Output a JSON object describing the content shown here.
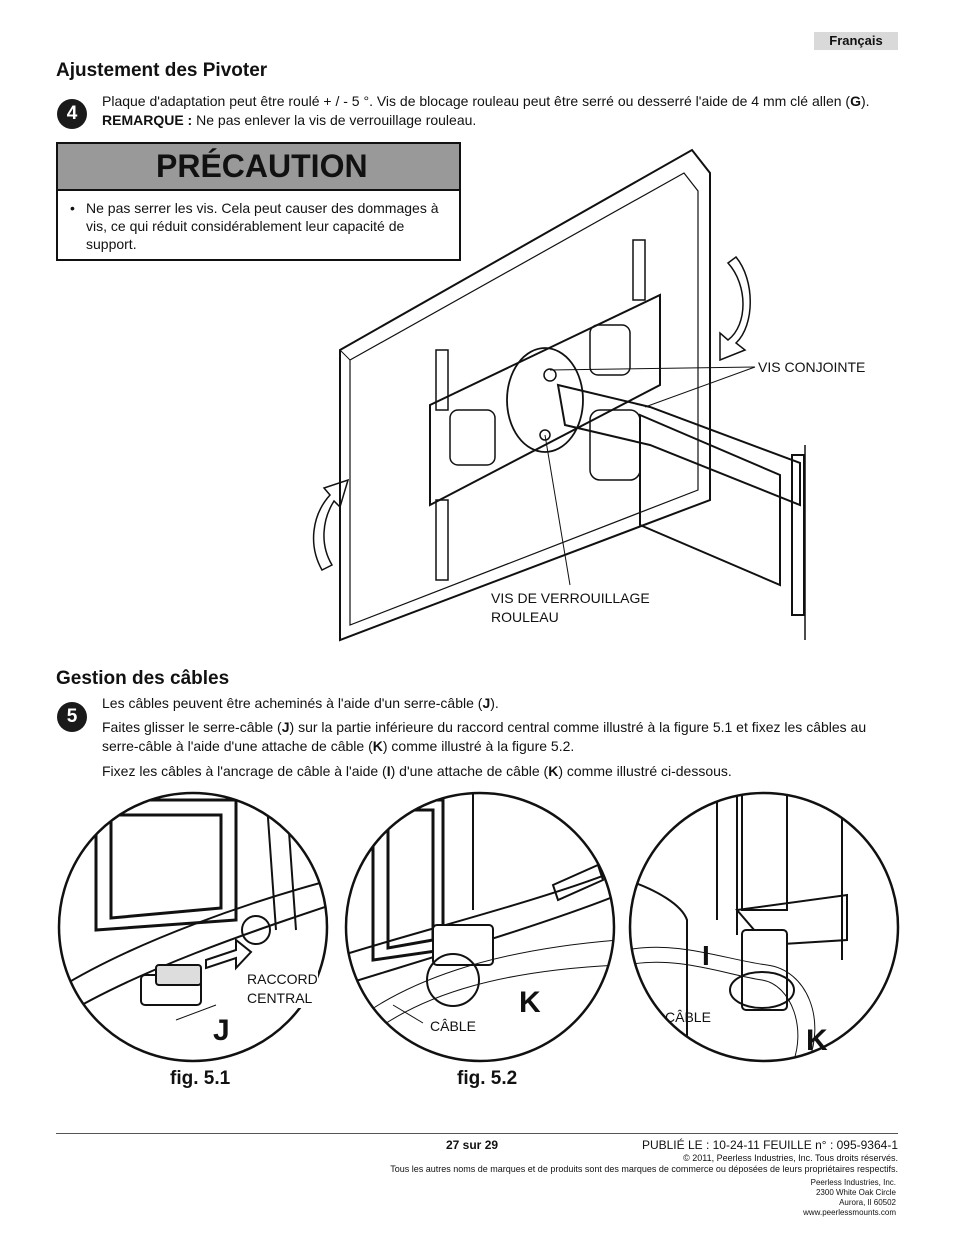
{
  "language_tag": "Français",
  "section1": {
    "title": "Ajustement des Pivoter",
    "step_number": "4",
    "text_part1": "Plaque d'adaptation peut être roulé + / - 5 °. Vis de blocage rouleau peut être serré ou desserré l'aide de 4 mm clé allen (",
    "text_bold_g": "G",
    "text_part2": "). ",
    "text_bold_remark": "REMARQUE :",
    "text_part3": " Ne pas enlever la vis de verrouillage rouleau."
  },
  "caution": {
    "title": "PRÉCAUTION",
    "bullet": "•",
    "text": "Ne pas serrer les vis. Cela peut causer des dommages à vis, ce qui réduit considérablement leur capacité de support."
  },
  "diagram1": {
    "label_joint_screw": "VIS CONJOINTE",
    "label_lock_line1": "VIS DE VERROUILLAGE",
    "label_lock_line2": "ROULEAU"
  },
  "section2": {
    "title": "Gestion des câbles",
    "step_number": "5",
    "line1_a": "Les câbles peuvent être acheminés à l'aide d'un serre-câble (",
    "line1_j": "J",
    "line1_b": ").",
    "line2_a": "Faites glisser le serre-câble (",
    "line2_j": "J",
    "line2_b": ") sur la partie inférieure du raccord central comme illustré à la figure 5.1 et fixez les câbles au serre-câble à l'aide d'une attache de câble (",
    "line2_k": "K",
    "line2_c": ") comme illustré à la figure 5.2.",
    "line3_a": "Fixez les câbles à l'ancrage de câble à l'aide (",
    "line3_i": "I",
    "line3_b": ") d'une attache de câble (",
    "line3_k": "K",
    "line3_c": ") comme illustré ci-dessous."
  },
  "fig51": {
    "label_raccord_line1": "RACCORD",
    "label_raccord_line2": "CENTRAL",
    "letter_j": "J",
    "caption": "fig. 5.1"
  },
  "fig52": {
    "label_cable": "CÂBLE",
    "letter_k": "K",
    "caption": "fig. 5.2"
  },
  "fig53": {
    "letter_i": "I",
    "label_cable": "CÂBLE",
    "letter_k": "K"
  },
  "footer": {
    "page": "27 sur 29",
    "published": "PUBLIÉ LE : 10-24-11  FEUILLE n° : 095-9364-1",
    "copyright": "© 2011, Peerless Industries, Inc. Tous droits réservés.",
    "trademarks": "Tous les autres noms de marques et de produits sont des marques de commerce ou déposées de leurs propriétaires respectifs.",
    "company": "Peerless Industries, Inc.",
    "address1": "2300 White Oak Circle",
    "address2": "Aurora, Il 60502",
    "website": "www.peerlessmounts.com"
  }
}
